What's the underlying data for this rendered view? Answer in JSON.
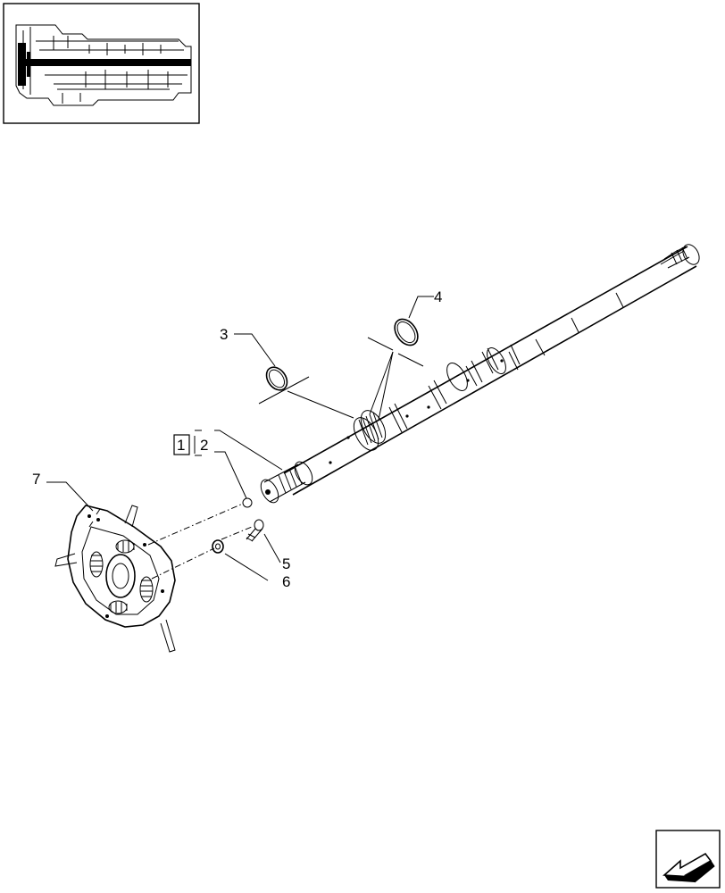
{
  "callouts": {
    "c1": "1",
    "c2": "2",
    "c3": "3",
    "c4": "4",
    "c5": "5",
    "c6": "6",
    "c7": "7"
  },
  "icons": {
    "locator": "transmission-locator-icon",
    "nav": "return-arrow-icon"
  }
}
